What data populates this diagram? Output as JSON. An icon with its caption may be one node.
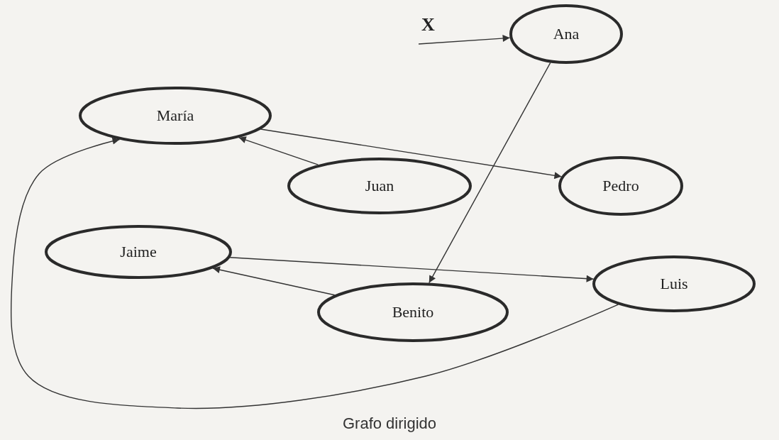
{
  "diagram": {
    "caption": "Grafo dirigido",
    "nodes": [
      {
        "text": [
          "Ana"
        ]
      },
      {
        "text": [
          "María"
        ]
      },
      {
        "text": [
          "Juan"
        ]
      },
      {
        "text": [
          "Pedro"
        ]
      },
      {
        "text": [
          "Jaime"
        ]
      },
      {
        "text": [
          "Luis"
        ]
      },
      {
        "text": [
          "Benito"
        ]
      }
    ],
    "edges": [
      {
        "from": null,
        "to": 0,
        "arrow": "to",
        "label": "X"
      },
      {
        "from": 1,
        "to": 3,
        "arrow": "to"
      },
      {
        "from": 2,
        "to": 1,
        "arrow": "to"
      },
      {
        "from": 0,
        "to": 6,
        "arrow": "to"
      },
      {
        "from": 4,
        "to": 5,
        "arrow": "to"
      },
      {
        "from": 6,
        "to": 4,
        "arrow": "to"
      },
      {
        "from": 5,
        "to": 1,
        "arrow": "to"
      }
    ]
  }
}
